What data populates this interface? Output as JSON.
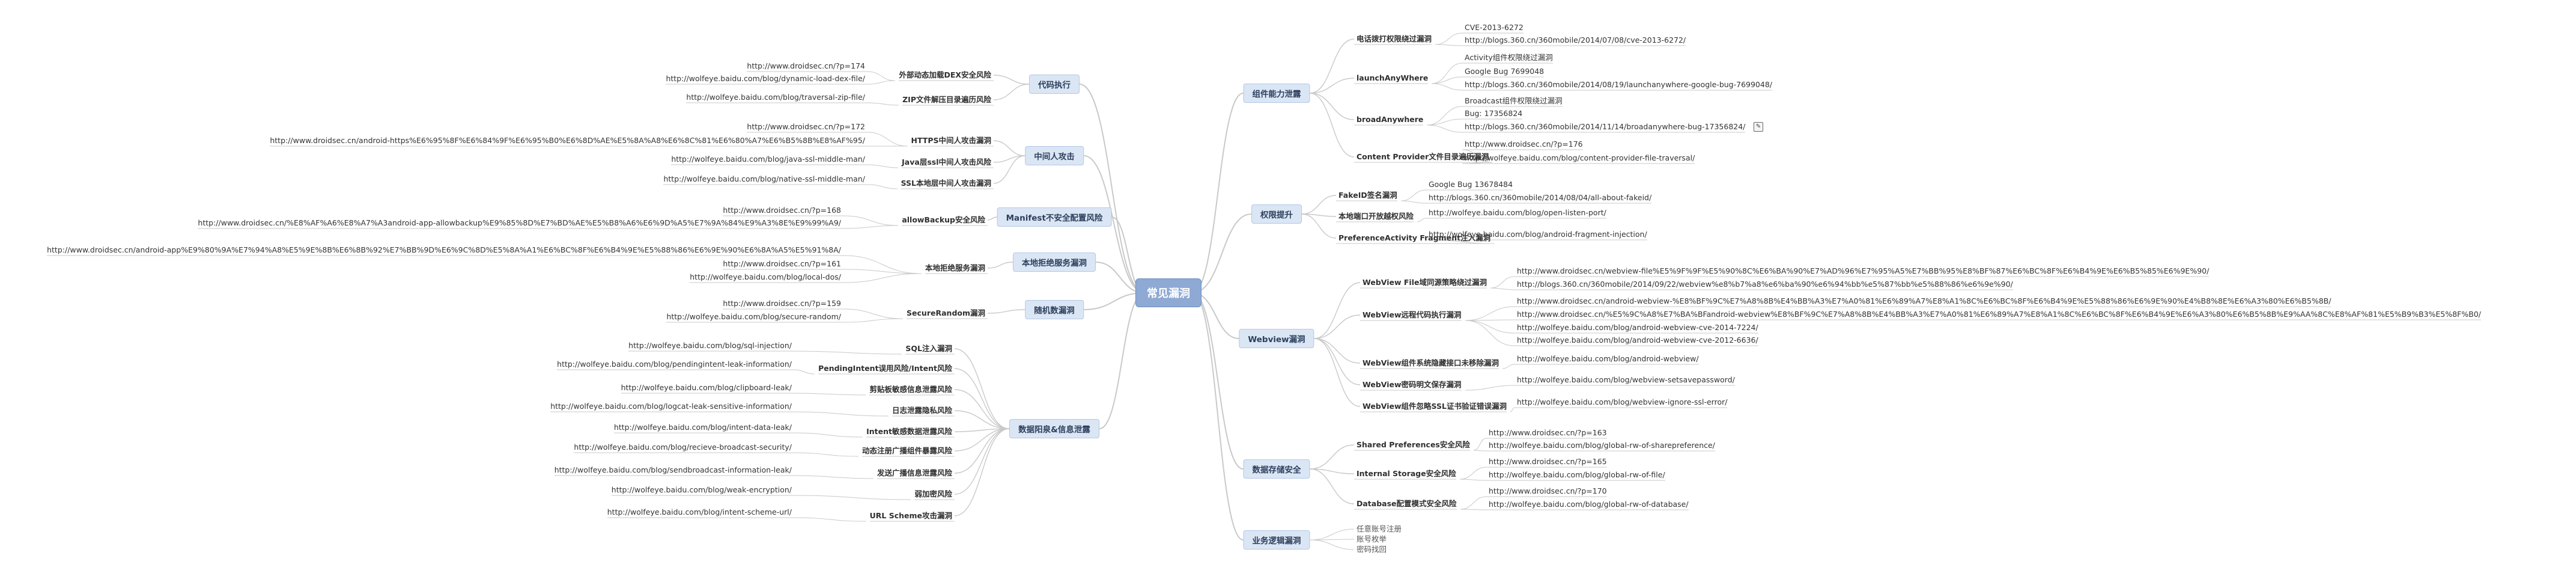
{
  "root": {
    "label": "常见漏洞"
  },
  "left_categories": [
    {
      "label": "代码执行",
      "children": [
        {
          "label": "外部动态加载DEX安全风险",
          "leaves": [
            "http://www.droidsec.cn/?p=174",
            "http://wolfeye.baidu.com/blog/dynamic-load-dex-file/"
          ]
        },
        {
          "label": "ZIP文件解压目录遍历风险",
          "leaves": [
            "http://wolfeye.baidu.com/blog/traversal-zip-file/"
          ]
        }
      ]
    },
    {
      "label": "中间人攻击",
      "children": [
        {
          "label": "HTTPS中间人攻击漏洞",
          "leaves": [
            "http://www.droidsec.cn/?p=172",
            "http://www.droidsec.cn/android-https%E6%95%8F%E6%84%9F%E6%95%B0%E6%8D%AE%E5%8A%A8%E6%8C%81%E6%80%A7%E6%B5%8B%E8%AF%95/"
          ]
        },
        {
          "label": "Java层ssl中间人攻击风险",
          "leaves": [
            "http://wolfeye.baidu.com/blog/java-ssl-middle-man/"
          ]
        },
        {
          "label": "SSL本地层中间人攻击漏洞",
          "leaves": [
            "http://wolfeye.baidu.com/blog/native-ssl-middle-man/"
          ]
        }
      ]
    },
    {
      "label": "Manifest不安全配置风险",
      "children": [
        {
          "label": "allowBackup安全风险",
          "leaves": [
            "http://www.droidsec.cn/?p=168",
            "http://www.droidsec.cn/%E8%AF%A6%E8%A7%A3android-app-allowbackup%E9%85%8D%E7%BD%AE%E5%B8%A6%E6%9D%A5%E7%9A%84%E9%A3%8E%E9%99%A9/"
          ]
        }
      ]
    },
    {
      "label": "本地拒绝服务漏洞",
      "children": [
        {
          "label": "本地拒绝服务漏洞",
          "leaves": [
            "http://www.droidsec.cn/android-app%E9%80%9A%E7%94%A8%E5%9E%8B%E6%8B%92%E7%BB%9D%E6%9C%8D%E5%8A%A1%E6%BC%8F%E6%B4%9E%E5%88%86%E6%9E%90%E6%8A%A5%E5%91%8A/",
            "http://www.droidsec.cn/?p=161",
            "http://wolfeye.baidu.com/blog/local-dos/"
          ]
        }
      ]
    },
    {
      "label": "随机数漏洞",
      "children": [
        {
          "label": "SecureRandom漏洞",
          "leaves": [
            "http://www.droidsec.cn/?p=159",
            "http://wolfeye.baidu.com/blog/secure-random/"
          ]
        }
      ]
    },
    {
      "label": "数据阳泉&信息泄露",
      "children": [
        {
          "label": "SQL注入漏洞",
          "leaves": [
            "http://wolfeye.baidu.com/blog/sql-injection/"
          ]
        },
        {
          "label": "PendingIntent误用风险/Intent风险",
          "leaves": [
            "http://wolfeye.baidu.com/blog/pendingintent-leak-information/"
          ]
        },
        {
          "label": "剪贴板敏感信息泄露风险",
          "leaves": [
            "http://wolfeye.baidu.com/blog/clipboard-leak/"
          ]
        },
        {
          "label": "日志泄露隐私风险",
          "leaves": [
            "http://wolfeye.baidu.com/blog/logcat-leak-sensitive-information/"
          ]
        },
        {
          "label": "Intent敏感数据泄露风险",
          "leaves": [
            "http://wolfeye.baidu.com/blog/intent-data-leak/"
          ]
        },
        {
          "label": "动态注册广播组件暴露风险",
          "leaves": [
            "http://wolfeye.baidu.com/blog/recieve-broadcast-security/"
          ]
        },
        {
          "label": "发送广播信息泄露风险",
          "leaves": [
            "http://wolfeye.baidu.com/blog/sendbroadcast-information-leak/"
          ]
        },
        {
          "label": "弱加密风险",
          "leaves": [
            "http://wolfeye.baidu.com/blog/weak-encryption/"
          ]
        },
        {
          "label": "URL Scheme攻击漏洞",
          "leaves": [
            "http://wolfeye.baidu.com/blog/intent-scheme-url/"
          ]
        }
      ]
    }
  ],
  "right_categories": [
    {
      "label": "组件能力泄露",
      "children": [
        {
          "label": "电话拨打权限绕过漏洞",
          "leaves": [
            "CVE-2013-6272",
            "http://blogs.360.cn/360mobile/2014/07/08/cve-2013-6272/"
          ]
        },
        {
          "label": "launchAnyWhere",
          "leaves": [
            "Activity组件权限绕过漏洞",
            "Google Bug 7699048",
            "http://blogs.360.cn/360mobile/2014/08/19/launchanywhere-google-bug-7699048/"
          ]
        },
        {
          "label": "broadAnywhere",
          "leaves": [
            "Broadcast组件权限绕过漏洞",
            "Bug: 17356824",
            "http://blogs.360.cn/360mobile/2014/11/14/broadanywhere-bug-17356824/"
          ]
        },
        {
          "label": "Content Provider文件目录遍历漏洞",
          "leaves": [
            "http://www.droidsec.cn/?p=176",
            "http://wolfeye.baidu.com/blog/content-provider-file-traversal/"
          ]
        }
      ]
    },
    {
      "label": "权限提升",
      "children": [
        {
          "label": "FakeID签名漏洞",
          "leaves": [
            "Google Bug 13678484",
            "http://blogs.360.cn/360mobile/2014/08/04/all-about-fakeid/"
          ]
        },
        {
          "label": "本地端口开放越权风险",
          "leaves": [
            "http://wolfeye.baidu.com/blog/open-listen-port/"
          ]
        },
        {
          "label": "PreferenceActivity Fragment注入漏洞",
          "leaves": [
            "http://wolfeye.baidu.com/blog/android-fragment-injection/"
          ]
        }
      ]
    },
    {
      "label": "Webview漏洞",
      "children": [
        {
          "label": "WebView File域同源策略绕过漏洞",
          "leaves": [
            "http://www.droidsec.cn/webview-file%E5%9F%9F%E5%90%8C%E6%BA%90%E7%AD%96%E7%95%A5%E7%BB%95%E8%BF%87%E6%BC%8F%E6%B4%9E%E6%B5%85%E6%9E%90/",
            "http://blogs.360.cn/360mobile/2014/09/22/webview%e8%b7%a8%e6%ba%90%e6%94%bb%e5%87%bb%e5%88%86%e6%9e%90/"
          ]
        },
        {
          "label": "WebView远程代码执行漏洞",
          "leaves": [
            "http://www.droidsec.cn/android-webview-%E8%BF%9C%E7%A8%8B%E4%BB%A3%E7%A0%81%E6%89%A7%E8%A1%8C%E6%BC%8F%E6%B4%9E%E5%88%86%E6%9E%90%E4%B8%8E%E6%A3%80%E6%B5%8B/",
            "http://www.droidsec.cn/%E5%9C%A8%E7%BA%BFandroid-webview%E8%BF%9C%E7%A8%8B%E4%BB%A3%E7%A0%81%E6%89%A7%E8%A1%8C%E6%BC%8F%E6%B4%9E%E6%A3%80%E6%B5%8B%E9%AA%8C%E8%AF%81%E5%B9%B3%E5%8F%B0/",
            "http://wolfeye.baidu.com/blog/android-webview-cve-2014-7224/",
            "http://wolfeye.baidu.com/blog/android-webview-cve-2012-6636/"
          ]
        },
        {
          "label": "WebView组件系统隐藏接口未移除漏洞",
          "leaves": [
            "http://wolfeye.baidu.com/blog/android-webview/"
          ]
        },
        {
          "label": "WebView密码明文保存漏洞",
          "leaves": [
            "http://wolfeye.baidu.com/blog/webview-setsavepassword/"
          ]
        },
        {
          "label": "WebView组件忽略SSL证书验证错误漏洞",
          "leaves": [
            "http://wolfeye.baidu.com/blog/webview-ignore-ssl-error/"
          ]
        }
      ]
    },
    {
      "label": "数据存储安全",
      "children": [
        {
          "label": "Shared Preferences安全风险",
          "leaves": [
            "http://www.droidsec.cn/?p=163",
            "http://wolfeye.baidu.com/blog/global-rw-of-sharepreference/"
          ]
        },
        {
          "label": "Internal Storage安全风险",
          "leaves": [
            "http://www.droidsec.cn/?p=165",
            "http://wolfeye.baidu.com/blog/global-rw-of-file/"
          ]
        },
        {
          "label": "Database配置模式安全风险",
          "leaves": [
            "http://www.droidsec.cn/?p=170",
            "http://wolfeye.baidu.com/blog/global-rw-of-database/"
          ]
        }
      ]
    },
    {
      "label": "业务逻辑漏洞",
      "leaves": [
        "任意账号注册",
        "账号枚举",
        "密码找回"
      ]
    }
  ],
  "colors": {
    "edge": "#c9c9c9",
    "root_fill": "#8ea9d4",
    "category_fill": "#dbe6f5"
  },
  "icons": {
    "note": "note-icon"
  }
}
